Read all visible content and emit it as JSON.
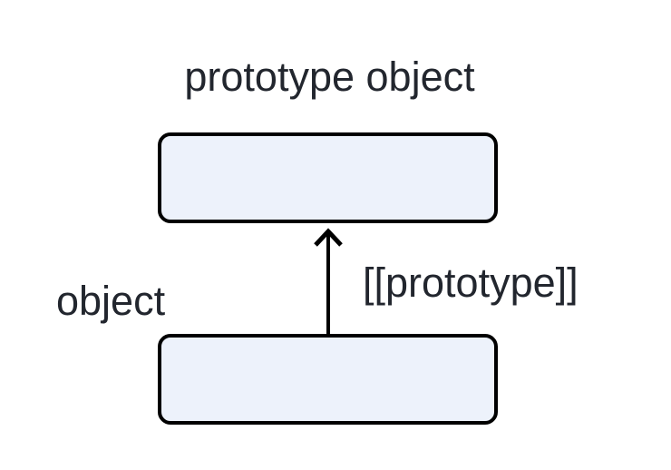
{
  "diagram": {
    "type": "prototype-chain-diagram",
    "background_color": "#ffffff",
    "node_fill_color": "#edf2fb",
    "node_border_color": "#000000",
    "text_color": "#22262e",
    "nodes": [
      {
        "id": "prototype-object",
        "label": "prototype object",
        "label_position": "above"
      },
      {
        "id": "object",
        "label": "object",
        "label_position": "above-left"
      }
    ],
    "edges": [
      {
        "id": "prototype-link",
        "label": "[[prototype]]",
        "from": "object",
        "to": "prototype-object",
        "direction": "up",
        "arrowhead": "open-chevron"
      }
    ]
  }
}
